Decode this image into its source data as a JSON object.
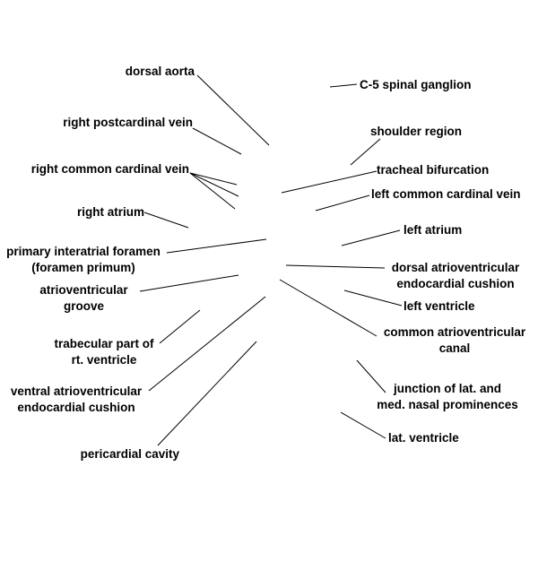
{
  "colors": {
    "background": "#ffffff",
    "text": "#000000",
    "leader_line": "#000000"
  },
  "labels": {
    "dorsal_aorta": "dorsal aorta",
    "right_postcardinal_vein": "right postcardinal vein",
    "right_common_cardinal_vein": "right common cardinal vein",
    "right_atrium": "right atrium",
    "primary_interatrial_foramen": "primary interatrial foramen\n(foramen primum)",
    "atrioventricular_groove": "atrioventricular\ngroove",
    "trabecular_part": "trabecular part of\nrt. ventricle",
    "ventral_av_cushion": "ventral atrioventricular\nendocardial cushion",
    "pericardial_cavity": "pericardial cavity",
    "c5_spinal_ganglion": "C-5 spinal ganglion",
    "shoulder_region": "shoulder region",
    "tracheal_bifurcation": "tracheal bifurcation",
    "left_common_cardinal_vein": "left common cardinal vein",
    "left_atrium": "left atrium",
    "dorsal_av_cushion": "dorsal atrioventricular\nendocardial cushion",
    "left_ventricle": "left ventricle",
    "common_av_canal": "common atrioventricular\ncanal",
    "nasal_prominences_junction": "junction of lat. and\nmed. nasal prominences",
    "lat_ventricle": "lat. ventricle"
  }
}
